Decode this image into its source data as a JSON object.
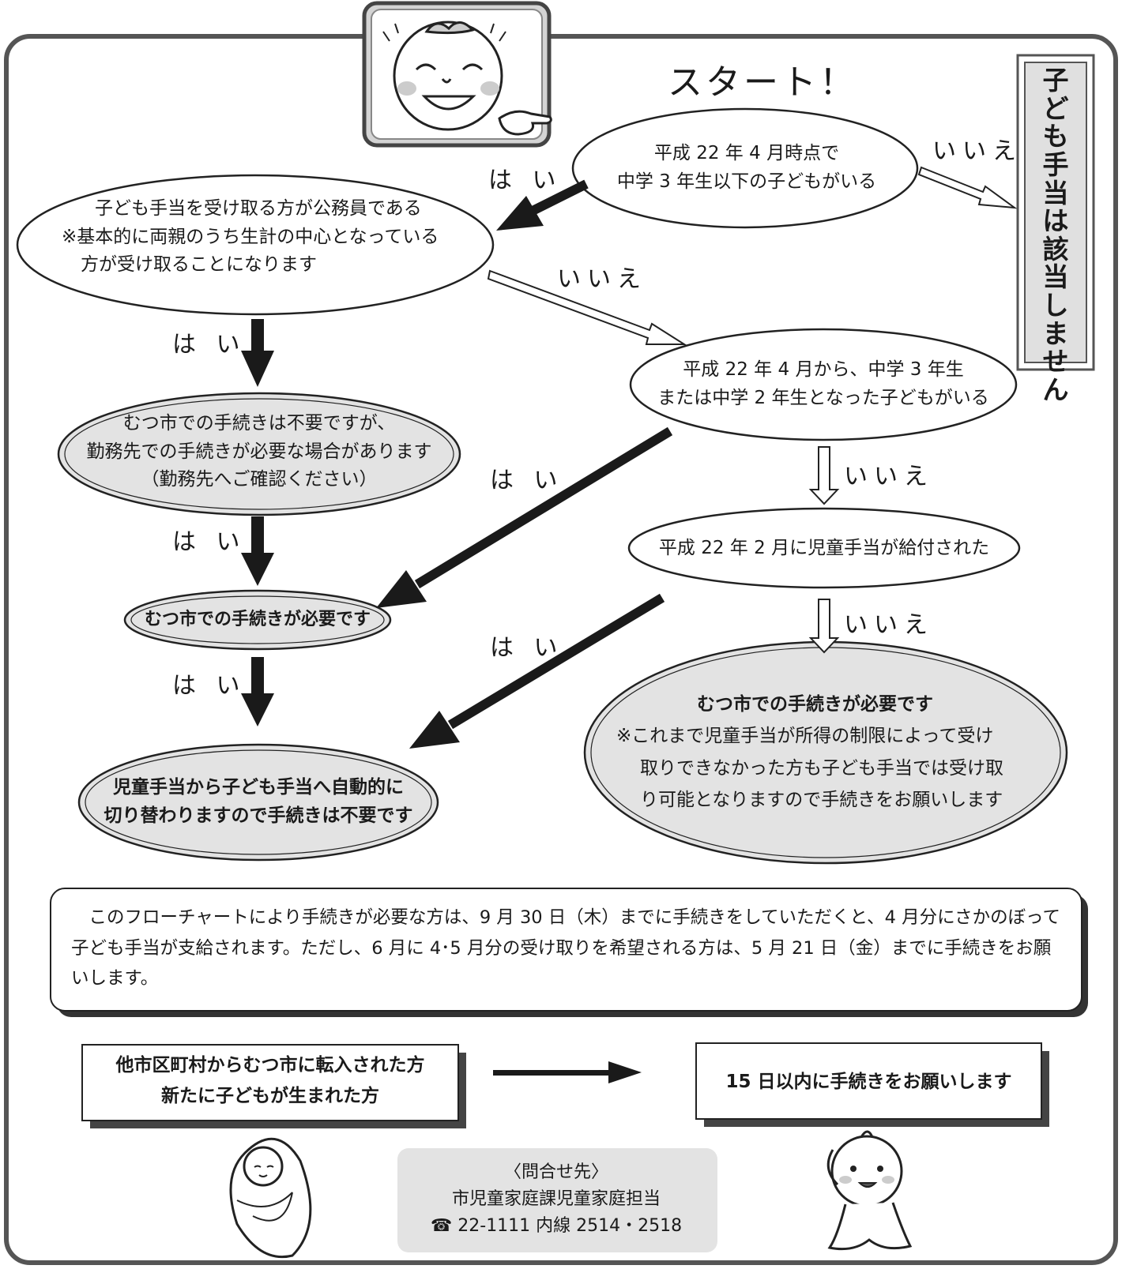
{
  "flowchart": {
    "start_label": "スタート！",
    "not_applicable": "子ども手当は該当しません",
    "q1": {
      "line1": "平成 22 年 4 月時点で",
      "line2": "中学 3 年生以下の子どもがいる"
    },
    "q2": {
      "line1": "子ども手当を受け取る方が公務員である",
      "line2": "※基本的に両親のうち生計の中心となっている",
      "line3": "方が受け取ることになります"
    },
    "q3": {
      "line1": "平成 22 年 4 月から、中学 3 年生",
      "line2": "または中学 2 年生となった子どもがいる"
    },
    "q4": {
      "line1": "平成 22 年 2 月に児童手当が給付された"
    },
    "r_workplace": {
      "line1": "むつ市での手続きは不要ですが、",
      "line2": "勤務先での手続きが必要な場合があります",
      "line3": "（勤務先へご確認ください）"
    },
    "r_mutsu": "むつ市での手続きが必要です",
    "r_auto": {
      "line1": "児童手当から子ども手当へ自動的に",
      "line2": "切り替わりますので手続きは不要です"
    },
    "r_mutsu2": {
      "line1": "むつ市での手続きが必要です",
      "line2": "※これまで児童手当が所得の制限によって受け",
      "line3": "取りできなかった方も子ども手当では受け取",
      "line4": "り可能となりますので手続きをお願いします"
    },
    "yes": "は い",
    "no": "いいえ"
  },
  "note": "このフローチャートにより手続きが必要な方は、9 月 30 日（木）までに手続きをしていただくと、4 月分にさかのぼって子ども手当が支給されます。ただし、6 月に 4･5 月分の受け取りを希望される方は、5 月 21 日（金）までに手続きをお願いします。",
  "transfer": {
    "left_line1": "他市区町村からむつ市に転入された方",
    "left_line2": "新たに子どもが生まれた方",
    "right": "15 日以内に手続きをお願いします"
  },
  "contact": {
    "title": "〈問合せ先〉",
    "dept": "市児童家庭課児童家庭担当",
    "phone": "☎ 22-1111 内線 2514・2518"
  },
  "colors": {
    "gray_fill": "#e3e3e3",
    "frame": "#555555",
    "arrow": "#1a1a1a"
  }
}
